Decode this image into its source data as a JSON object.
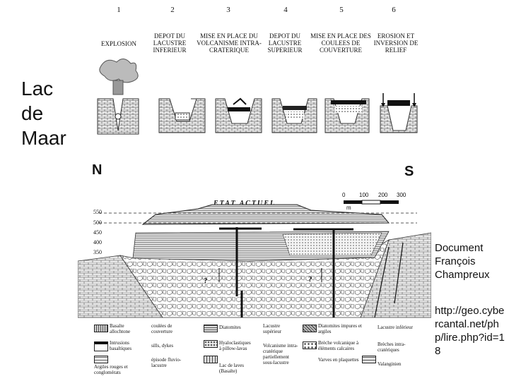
{
  "side_title": "Lac de Maar",
  "steps": [
    {
      "num": "1",
      "label": "EXPLOSION"
    },
    {
      "num": "2",
      "label": "DEPOT DU LACUSTRE INFERIEUR"
    },
    {
      "num": "3",
      "label": "MISE EN PLACE DU VOLCANISME INTRA-CRATERIQUE"
    },
    {
      "num": "4",
      "label": "DEPOT DU LACUSTRE SUPERIEUR"
    },
    {
      "num": "5",
      "label": "MISE EN PLACE DES COULEES DE COUVERTURE"
    },
    {
      "num": "6",
      "label": "EROSION ET INVERSION DE RELIEF"
    }
  ],
  "section": {
    "north": "N",
    "south": "S",
    "title": "ETAT ACTUEL",
    "scale_ticks": [
      "0",
      "100",
      "200",
      "300"
    ],
    "scale_unit": "m",
    "elevations": [
      "550",
      "500",
      "450",
      "400",
      "350"
    ],
    "question_mark": "?"
  },
  "legend": [
    "Basalte allochtone",
    "coulées de couverture",
    "Diatomites",
    "Lacustre supérieur",
    "Diatomites impures et argiles",
    "Lacustre inférieur",
    "Intrusions basaltiques",
    "sills, dykes",
    "Hyaloclastiques à pillow-lavas",
    "Volcanisme intra-cratérique partiellement sous-lacustre",
    "Brèche volcanique à éléments calcaires",
    "Brèches intra-cratériques",
    "Argiles rouges et conglomérats",
    "épisode fluvio-lacustre",
    "Lac de laves (Basalte)",
    "Varves en plaquettes",
    "Valanginien"
  ],
  "credit": "Document François Champreux",
  "url": "http://geo.cybercantal.net/php/lire.php?id=18"
}
